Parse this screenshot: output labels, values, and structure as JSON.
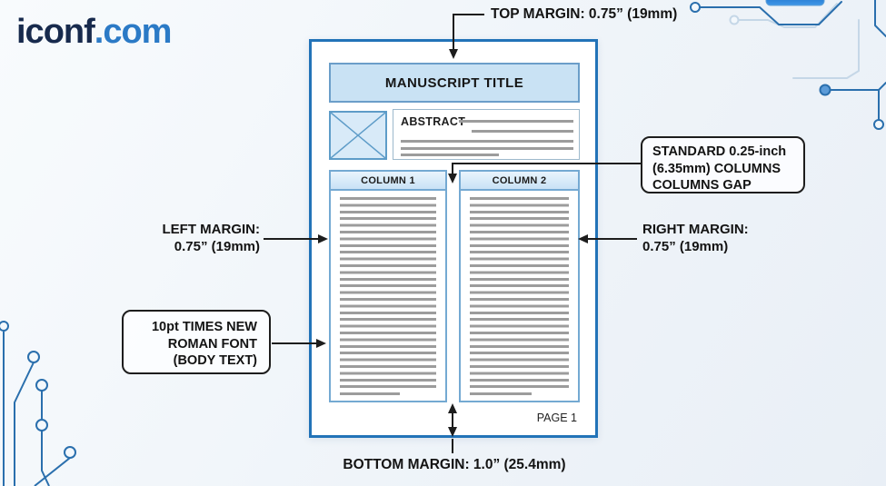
{
  "brand": {
    "name": "iconf",
    "tld": ".com"
  },
  "colors": {
    "page_border": "#2273b8",
    "panel_fill": "#c9e2f4",
    "panel_border": "#6b9ec9",
    "placeholder_line": "#9c9c9c",
    "logo_dark": "#172a4d",
    "logo_accent": "#2b7ac6",
    "annotation_text": "#131313",
    "circuit_dark": "#2a6fad",
    "circuit_light": "#c5d7e7",
    "circuit_node_fill": "#5b9bd8"
  },
  "page": {
    "title": "MANUSCRIPT TITLE",
    "abstract_label": "ABSTRACT",
    "column1_label": "COLUMN 1",
    "column2_label": "COLUMN 2",
    "page_number": "PAGE 1"
  },
  "annotations": {
    "top_margin": "TOP MARGIN: 0.75” (19mm)",
    "left_margin": {
      "line1": "LEFT MARGIN:",
      "line2": "0.75” (19mm)"
    },
    "right_margin": {
      "line1": "RIGHT MARGIN:",
      "line2": "0.75” (19mm)"
    },
    "columns_gap": {
      "line1": "STANDARD 0.25-inch",
      "line2": "(6.35mm) COLUMNS",
      "line3": "COLUMNS GAP"
    },
    "body_font": {
      "line1": "10pt TIMES NEW",
      "line2": "ROMAN FONT",
      "line3": "(BODY TEXT)"
    },
    "bottom_margin": "BOTTOM MARGIN: 1.0” (25.4mm)"
  }
}
